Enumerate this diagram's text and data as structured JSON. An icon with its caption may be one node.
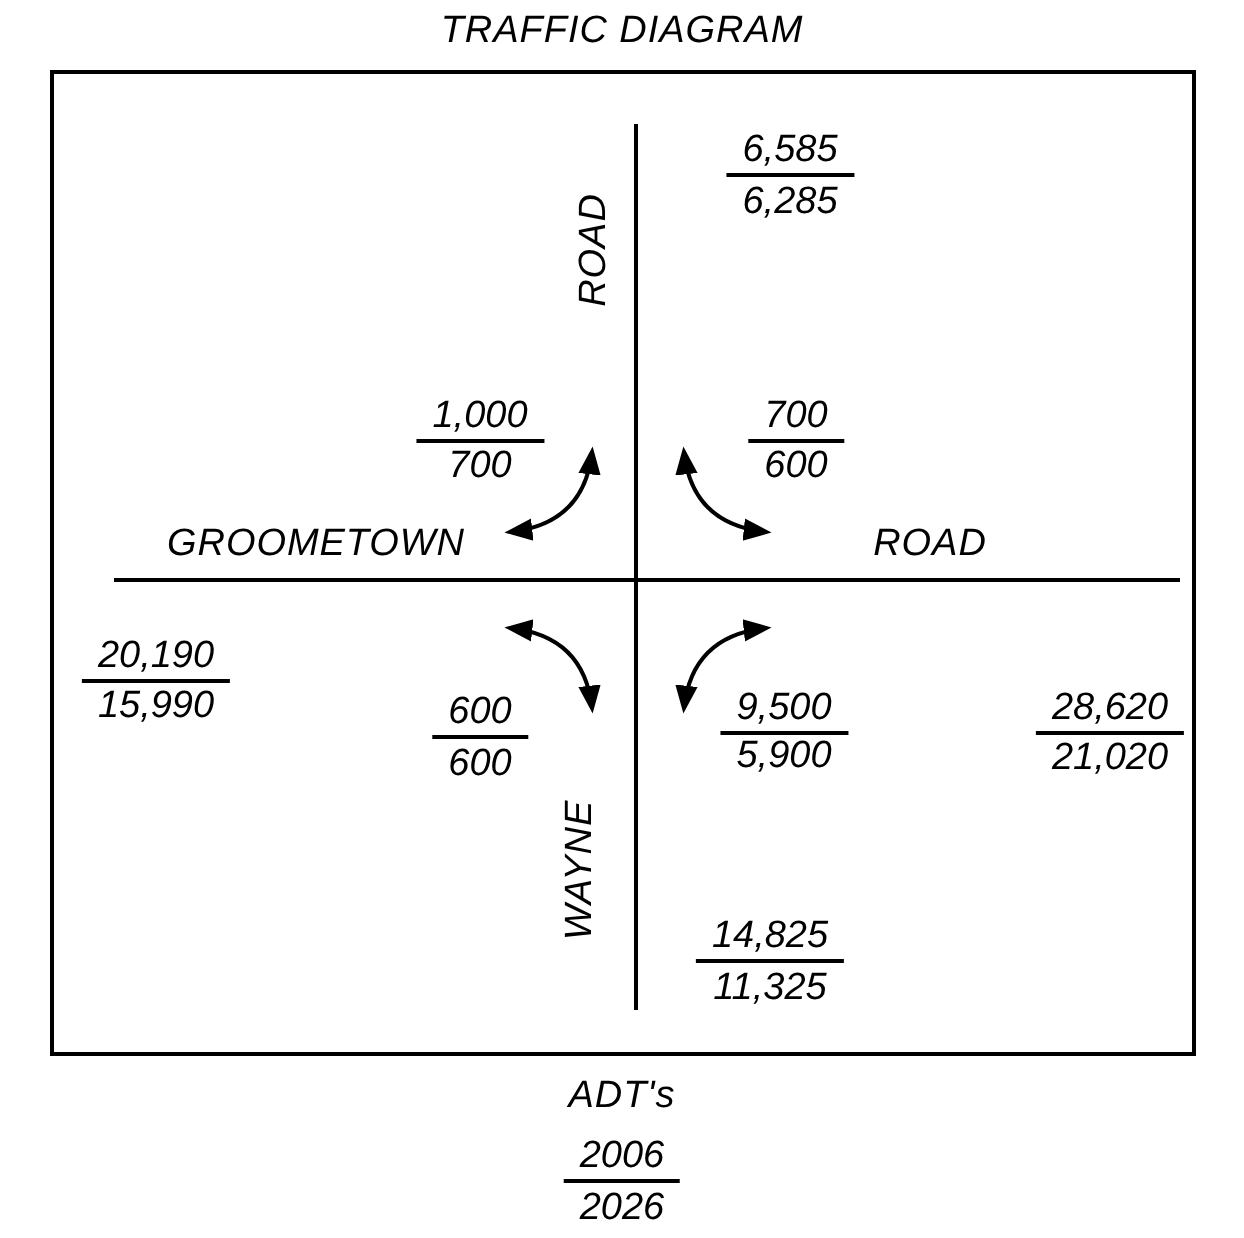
{
  "diagram": {
    "title": "TRAFFIC DIAGRAM",
    "labels": [
      "6,585",
      "6,285",
      "ROAD",
      "1,000",
      "700",
      "700",
      "600",
      "GROOMETOWN",
      "ROAD",
      "20,190",
      "15,990",
      "28,620",
      "21,020",
      "600",
      "600",
      "9,500",
      "5,900",
      "WAYNE",
      "14,825",
      "11,325",
      "ADT's",
      "2006",
      "2026"
    ]
  }
}
